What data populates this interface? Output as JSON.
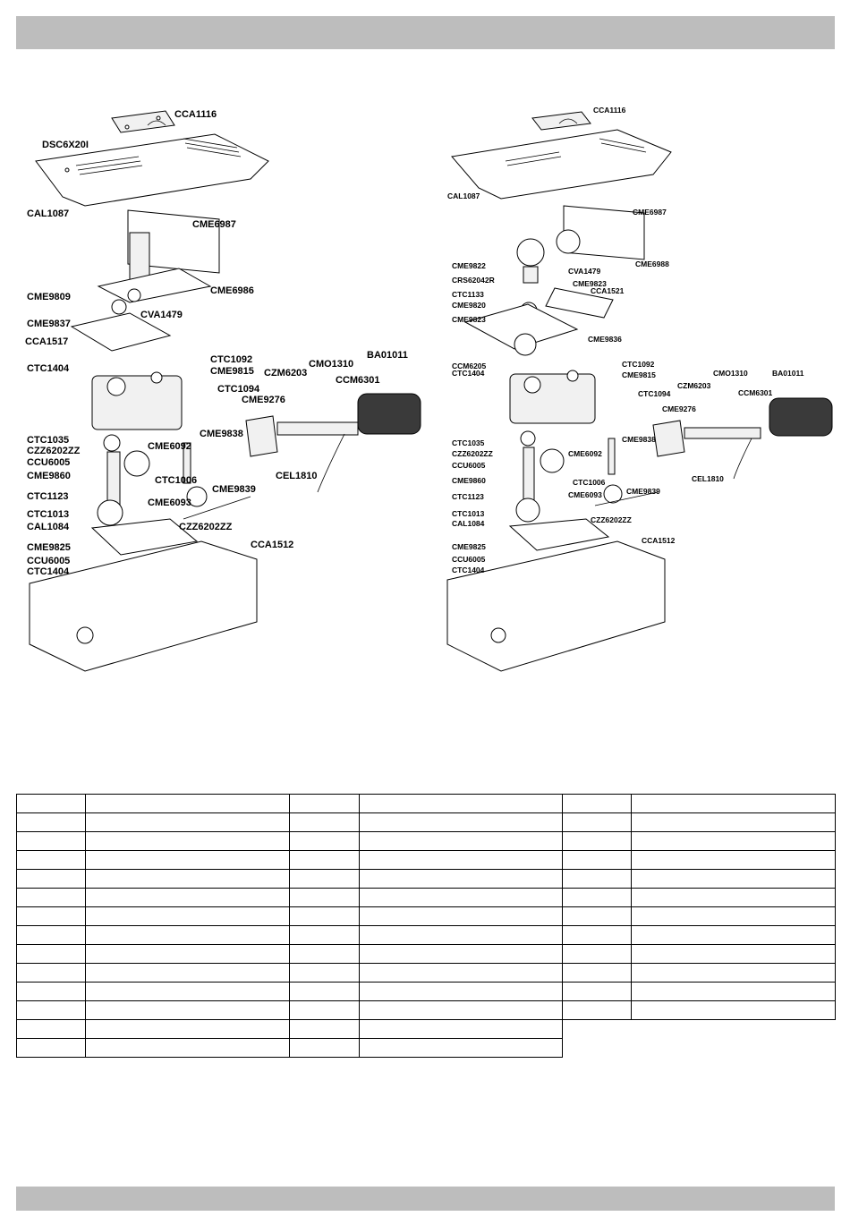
{
  "diagram_left": {
    "labels": [
      {
        "key": "cca1116",
        "text": "CCA1116"
      },
      {
        "key": "dsc6x20i",
        "text": "DSC6X20I"
      },
      {
        "key": "cal1087",
        "text": "CAL1087"
      },
      {
        "key": "cme6987",
        "text": "CME6987"
      },
      {
        "key": "cme9809",
        "text": "CME9809"
      },
      {
        "key": "cme6986",
        "text": "CME6986"
      },
      {
        "key": "cme9837",
        "text": "CME9837"
      },
      {
        "key": "cva1479",
        "text": "CVA1479"
      },
      {
        "key": "cca1517",
        "text": "CCA1517"
      },
      {
        "key": "ctc1092",
        "text": "CTC1092"
      },
      {
        "key": "cme9815",
        "text": "CME9815"
      },
      {
        "key": "ctc1404a",
        "text": "CTC1404"
      },
      {
        "key": "ctc1094",
        "text": "CTC1094"
      },
      {
        "key": "czm6203",
        "text": "CZM6203"
      },
      {
        "key": "cmo1310",
        "text": "CMO1310"
      },
      {
        "key": "ba01011",
        "text": "BA01011"
      },
      {
        "key": "ccm6301",
        "text": "CCM6301"
      },
      {
        "key": "cme9276",
        "text": "CME9276"
      },
      {
        "key": "ctc1035",
        "text": "CTC1035"
      },
      {
        "key": "czz6202zz_a",
        "text": "CZZ6202ZZ"
      },
      {
        "key": "ccu6005a",
        "text": "CCU6005"
      },
      {
        "key": "cme9860",
        "text": "CME9860"
      },
      {
        "key": "cme6092",
        "text": "CME6092"
      },
      {
        "key": "cme9838",
        "text": "CME9838"
      },
      {
        "key": "ctc1123",
        "text": "CTC1123"
      },
      {
        "key": "ctc1006",
        "text": "CTC1006"
      },
      {
        "key": "cel1810",
        "text": "CEL1810"
      },
      {
        "key": "ctc1013",
        "text": "CTC1013"
      },
      {
        "key": "cme6093",
        "text": "CME6093"
      },
      {
        "key": "cme9839",
        "text": "CME9839"
      },
      {
        "key": "cal1084",
        "text": "CAL1084"
      },
      {
        "key": "czz6202zz_b",
        "text": "CZZ6202ZZ"
      },
      {
        "key": "cme9825",
        "text": "CME9825"
      },
      {
        "key": "cca1512",
        "text": "CCA1512"
      },
      {
        "key": "ccu6005b",
        "text": "CCU6005"
      },
      {
        "key": "ctc1404b",
        "text": "CTC1404"
      }
    ]
  },
  "diagram_right": {
    "labels": [
      {
        "key": "cca1116",
        "text": "CCA1116"
      },
      {
        "key": "cal1087",
        "text": "CAL1087"
      },
      {
        "key": "cme6987",
        "text": "CME6987"
      },
      {
        "key": "cme9822",
        "text": "CME9822"
      },
      {
        "key": "cme6988",
        "text": "CME6988"
      },
      {
        "key": "cva1479",
        "text": "CVA1479"
      },
      {
        "key": "crs62042r",
        "text": "CRS62042R"
      },
      {
        "key": "cme9823a",
        "text": "CME9823"
      },
      {
        "key": "ctc1133",
        "text": "CTC1133"
      },
      {
        "key": "cca1521",
        "text": "CCA1521"
      },
      {
        "key": "cme9820",
        "text": "CME9820"
      },
      {
        "key": "cme9823b",
        "text": "CME9823"
      },
      {
        "key": "cme9836",
        "text": "CME9836"
      },
      {
        "key": "ccm6205",
        "text": "CCM6205"
      },
      {
        "key": "ctc1092",
        "text": "CTC1092"
      },
      {
        "key": "cme9815",
        "text": "CME9815"
      },
      {
        "key": "ctc1404a",
        "text": "CTC1404"
      },
      {
        "key": "ctc1094",
        "text": "CTC1094"
      },
      {
        "key": "czm6203",
        "text": "CZM6203"
      },
      {
        "key": "cmo1310",
        "text": "CMO1310"
      },
      {
        "key": "ba01011",
        "text": "BA01011"
      },
      {
        "key": "ccm6301",
        "text": "CCM6301"
      },
      {
        "key": "cme9276",
        "text": "CME9276"
      },
      {
        "key": "ctc1035",
        "text": "CTC1035"
      },
      {
        "key": "czz6202zz_a",
        "text": "CZZ6202ZZ"
      },
      {
        "key": "cme9838",
        "text": "CME9838"
      },
      {
        "key": "ccu6005a",
        "text": "CCU6005"
      },
      {
        "key": "cme6092",
        "text": "CME6092"
      },
      {
        "key": "cme9860",
        "text": "CME9860"
      },
      {
        "key": "ctc1006",
        "text": "CTC1006"
      },
      {
        "key": "cel1810",
        "text": "CEL1810"
      },
      {
        "key": "ctc1123",
        "text": "CTC1123"
      },
      {
        "key": "cme6093",
        "text": "CME6093"
      },
      {
        "key": "cme9839",
        "text": "CME9839"
      },
      {
        "key": "ctc1013",
        "text": "CTC1013"
      },
      {
        "key": "cal1084",
        "text": "CAL1084"
      },
      {
        "key": "czz6202zz_b",
        "text": "CZZ6202ZZ"
      },
      {
        "key": "cme9825",
        "text": "CME9825"
      },
      {
        "key": "cca1512",
        "text": "CCA1512"
      },
      {
        "key": "ccu6005b",
        "text": "CCU6005"
      },
      {
        "key": "ctc1404b",
        "text": "CTC1404"
      }
    ]
  },
  "parts_table": {
    "group1_rows": 14,
    "group2_rows": 12
  }
}
